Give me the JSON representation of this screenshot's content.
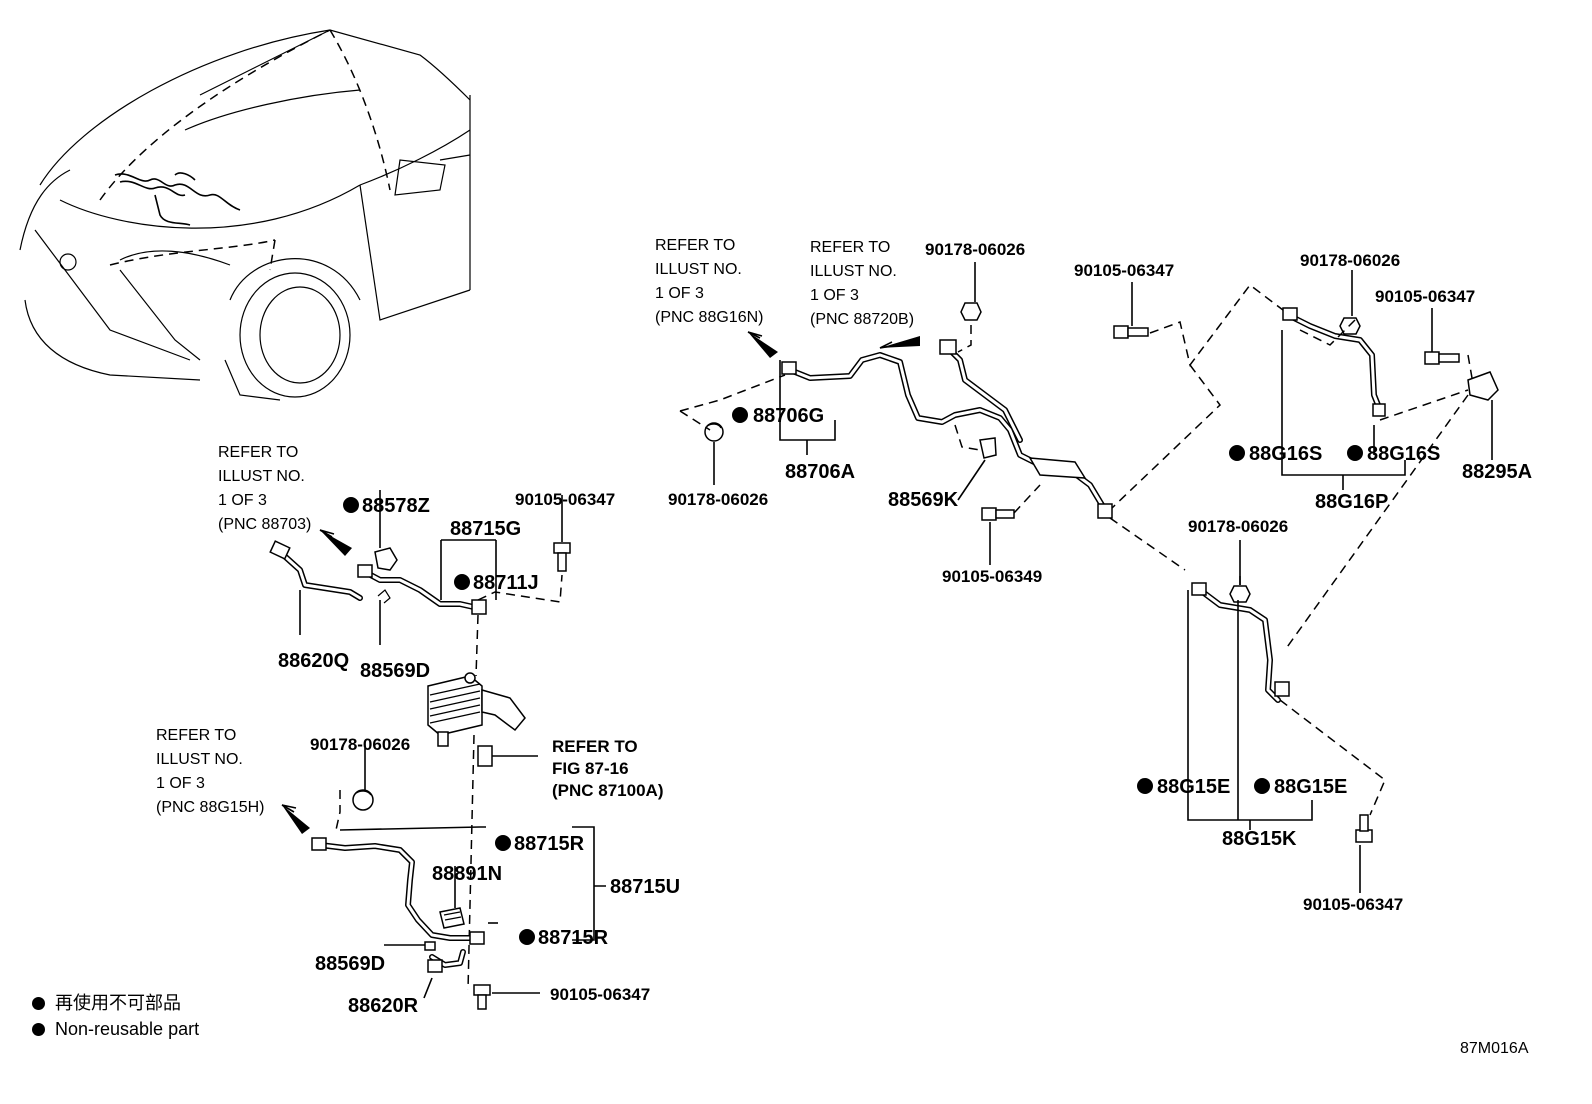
{
  "labels": {
    "p88578Z": "88578Z",
    "p88715G": "88715G",
    "p88711J": "88711J",
    "p90105_06347_a": "90105-06347",
    "p88620Q": "88620Q",
    "p88569D_a": "88569D",
    "p90178_06026_a": "90178-06026",
    "p88715R_a": "88715R",
    "p88715U": "88715U",
    "p88891N": "88891N",
    "p88715R_b": "88715R",
    "p88569D_b": "88569D",
    "p88620R": "88620R",
    "p90105_06347_b": "90105-06347",
    "p88706G": "88706G",
    "p88706A": "88706A",
    "p90178_06026_b": "90178-06026",
    "p90178_06026_c": "90178-06026",
    "p88569K": "88569K",
    "p90105_06349": "90105-06349",
    "p90105_06347_c": "90105-06347",
    "p90178_06026_d": "90178-06026",
    "p90105_06347_d": "90105-06347",
    "p88G16S_a": "88G16S",
    "p88G16S_b": "88G16S",
    "p88G16P": "88G16P",
    "p88295A": "88295A",
    "p90178_06026_e": "90178-06026",
    "p88G15E_a": "88G15E",
    "p88G15E_b": "88G15E",
    "p88G15K": "88G15K",
    "p90105_06347_e": "90105-06347"
  },
  "refs": {
    "ref_88703": [
      "REFER TO",
      "ILLUST NO.",
      "1 OF 3",
      "(PNC 88703)"
    ],
    "ref_88G15H": [
      "REFER TO",
      "ILLUST NO.",
      "1 OF 3",
      "(PNC 88G15H)"
    ],
    "ref_88G16N": [
      "REFER TO",
      "ILLUST NO.",
      "1 OF 3",
      "(PNC 88G16N)"
    ],
    "ref_88720B": [
      "REFER TO",
      "ILLUST NO.",
      "1 OF 3",
      "(PNC 88720B)"
    ],
    "ref_fig": [
      "REFER  TO",
      "FIG 87-16",
      "(PNC 87100A)"
    ]
  },
  "legend": {
    "jp": "再使用不可部品",
    "en": "Non-reusable part"
  },
  "figure_id": "87M016A"
}
